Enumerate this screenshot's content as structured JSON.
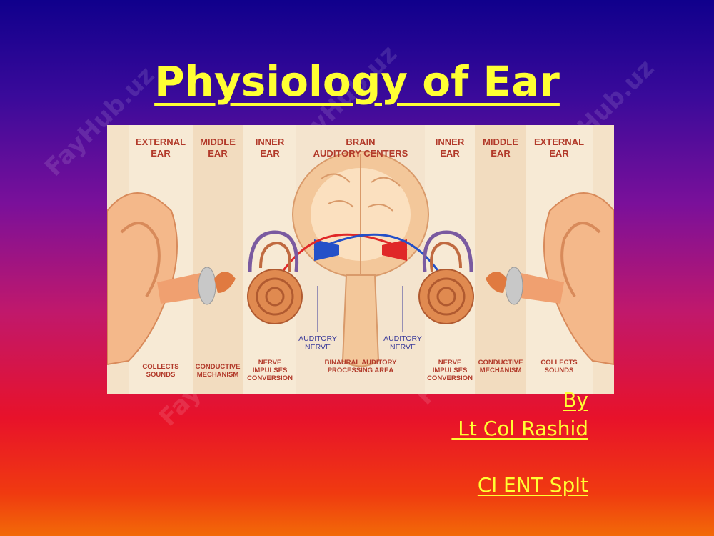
{
  "slide": {
    "title": "Physiology of Ear",
    "by": "By",
    "author": " Lt Col Rashid",
    "role": "Cl ENT Splt"
  },
  "figure": {
    "columns": [
      "EXTERNAL",
      "EAR",
      "MIDDLE",
      "EAR",
      "INNER",
      "EAR",
      "BRAIN",
      "AUDITORY CENTERS",
      "INNER",
      "EAR",
      "MIDDLE",
      "EAR",
      "EXTERNAL",
      "EAR"
    ],
    "bottom": {
      "left_collects_1": "COLLECTS",
      "left_collects_2": "SOUNDS",
      "left_conductive_1": "CONDUCTIVE",
      "left_conductive_2": "MECHANISM",
      "left_nerve_1": "NERVE",
      "left_nerve_2": "IMPULSES",
      "left_nerve_3": "CONVERSION",
      "center_1": "BINAURAL AUDITORY",
      "center_2": "PROCESSING AREA",
      "right_nerve_1": "NERVE",
      "right_nerve_2": "IMPULSES",
      "right_nerve_3": "CONVERSION",
      "right_conductive_1": "CONDUCTIVE",
      "right_conductive_2": "MECHANISM",
      "right_collects_1": "COLLECTS",
      "right_collects_2": "SOUNDS"
    },
    "nerve_left_1": "AUDITORY",
    "nerve_left_2": "NERVE",
    "nerve_right_1": "AUDITORY",
    "nerve_right_2": "NERVE"
  },
  "watermark": "FayHub.uz",
  "colors": {
    "title": "#ffff33",
    "label": "#b23a2a",
    "nerve_label": "#3a3a9a"
  }
}
